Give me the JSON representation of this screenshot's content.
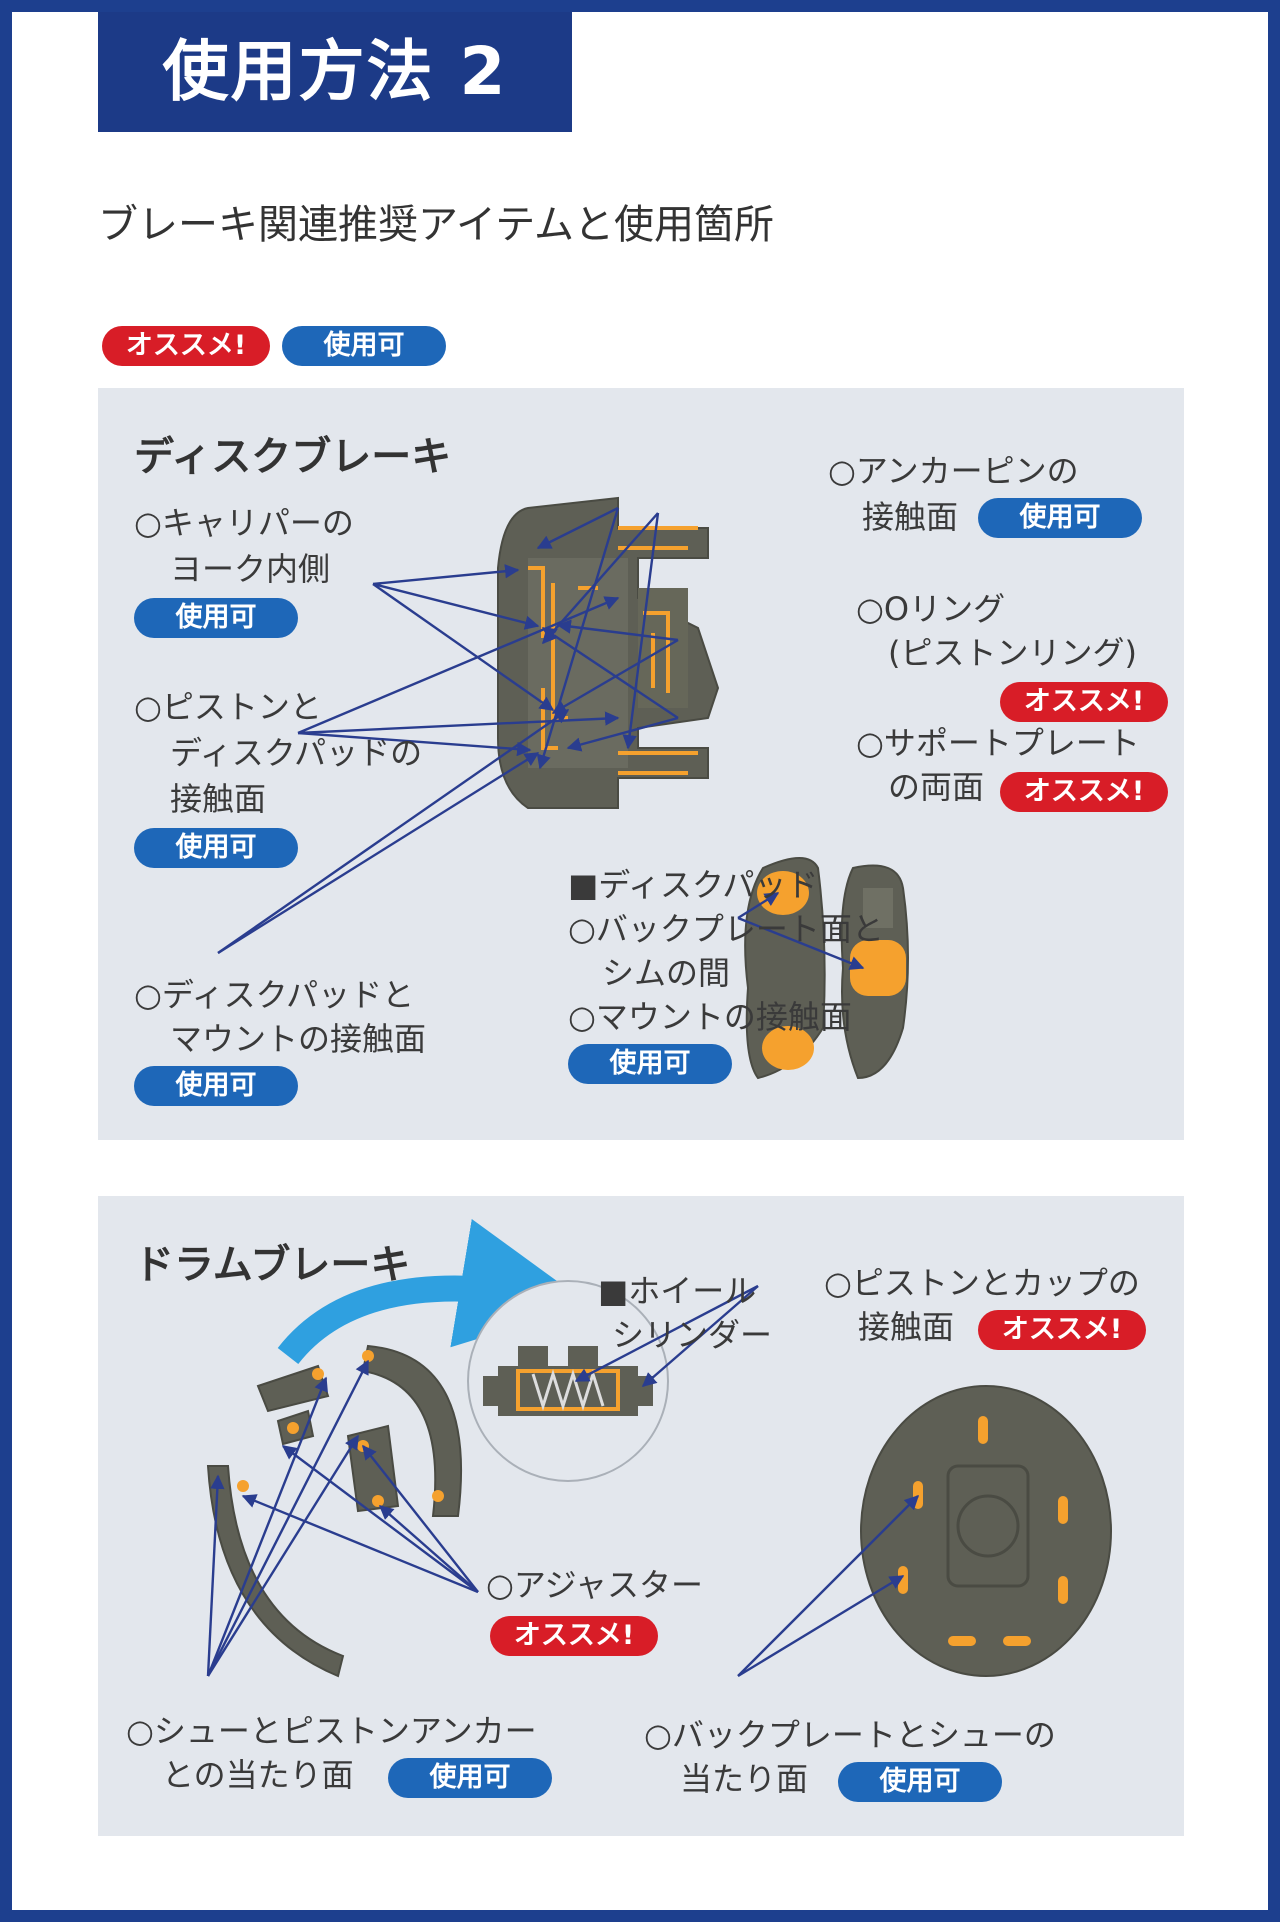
{
  "header": {
    "title": "使用方法 2",
    "subtitle": "ブレーキ関連推奨アイテムと使用箇所"
  },
  "legend": {
    "recommended": "オススメ!",
    "usable": "使用可"
  },
  "disc": {
    "title": "ディスクブレーキ",
    "caliper_yoke": [
      "○キャリパーの",
      "ヨーク内側"
    ],
    "piston_pad": [
      "○ピストンと",
      "ディスクパッドの",
      "接触面"
    ],
    "pad_mount": [
      "○ディスクパッドと",
      "マウントの接触面"
    ],
    "anchor_pin": [
      "○アンカーピンの",
      "接触面"
    ],
    "o_ring": [
      "○Oリング",
      "(ピストンリング)"
    ],
    "support_plate": [
      "○サポートプレート",
      "の両面"
    ],
    "disc_pad": [
      "■ディスクパッド",
      "○バックプレート面と",
      "シムの間",
      "○マウントの接触面"
    ]
  },
  "drum": {
    "title": "ドラムブレーキ",
    "wheel_cylinder": [
      "■ホイール",
      "シリンダー"
    ],
    "piston_cup": [
      "○ピストンとカップの",
      "接触面"
    ],
    "adjuster": "○アジャスター",
    "shoe_anchor": [
      "○シューとピストンアンカー",
      "との当たり面"
    ],
    "back_plate_shoe": [
      "○バックプレートとシューの",
      "当たり面"
    ]
  },
  "colors": {
    "navy": "#1c3a87",
    "red_badge": "#d81d27",
    "blue_badge": "#1e67b8",
    "panel": "#e3e7ed",
    "grease": "#f5a12e",
    "part": "#5e5f55",
    "arrow": "#2a3d8f"
  }
}
